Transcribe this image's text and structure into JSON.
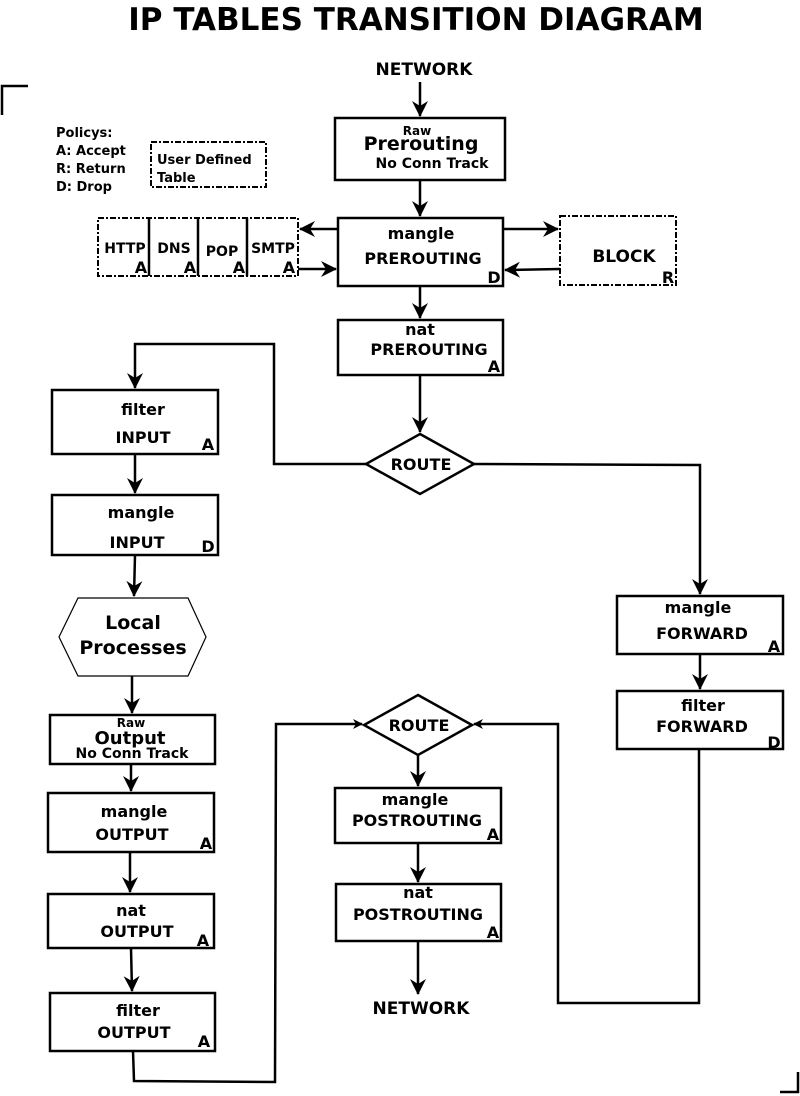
{
  "title": "IP TABLES TRANSITION DIAGRAM",
  "network_in": "NETWORK",
  "network_out": "NETWORK",
  "legend": {
    "heading": "Policys:",
    "accept": "A: Accept",
    "return": "R: Return",
    "drop": "D: Drop",
    "user_defined_1": "User Defined",
    "user_defined_2": "Table"
  },
  "raw_prerouting": {
    "small": "Raw",
    "main": "Prerouting",
    "sub": "No Conn Track"
  },
  "mangle_prerouting": {
    "line1": "mangle",
    "line2": "PREROUTING",
    "policy": "D"
  },
  "user_tables": [
    {
      "name": "HTTP",
      "policy": "A"
    },
    {
      "name": "DNS",
      "policy": "A"
    },
    {
      "name": "POP",
      "policy": "A"
    },
    {
      "name": "SMTP",
      "policy": "A"
    }
  ],
  "block": {
    "name": "BLOCK",
    "policy": "R"
  },
  "nat_prerouting": {
    "line1": "nat",
    "line2": "PREROUTING",
    "policy": "A"
  },
  "route_1": "ROUTE",
  "filter_input": {
    "line1": "filter",
    "line2": "INPUT",
    "policy": "A"
  },
  "mangle_input": {
    "line1": "mangle",
    "line2": "INPUT",
    "policy": "D"
  },
  "local_processes": {
    "line1": "Local",
    "line2": "Processes"
  },
  "raw_output": {
    "small": "Raw",
    "main": "Output",
    "sub": "No Conn Track"
  },
  "mangle_output": {
    "line1": "mangle",
    "line2": "OUTPUT",
    "policy": "A"
  },
  "nat_output": {
    "line1": "nat",
    "line2": "OUTPUT",
    "policy": "A"
  },
  "filter_output": {
    "line1": "filter",
    "line2": "OUTPUT",
    "policy": "A"
  },
  "mangle_forward": {
    "line1": "mangle",
    "line2": "FORWARD",
    "policy": "A"
  },
  "filter_forward": {
    "line1": "filter",
    "line2": "FORWARD",
    "policy": "D"
  },
  "route_2": "ROUTE",
  "mangle_postrouting": {
    "line1": "mangle",
    "line2": "POSTROUTING",
    "policy": "A"
  },
  "nat_postrouting": {
    "line1": "nat",
    "line2": "POSTROUTING",
    "policy": "A"
  }
}
